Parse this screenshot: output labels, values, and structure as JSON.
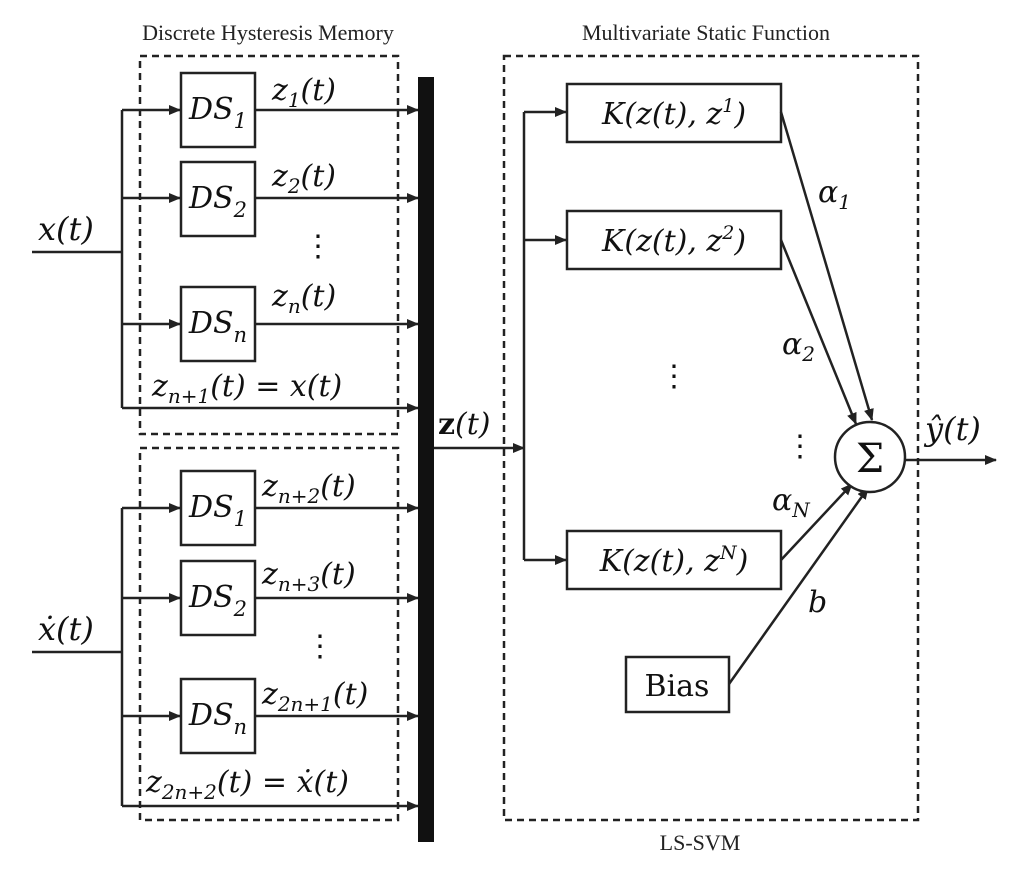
{
  "titles": {
    "memory": "Discrete Hysteresis Memory",
    "static": "Multivariate Static Function",
    "lssvm": "LS-SVM"
  },
  "inputs": {
    "x": "x(t)",
    "xdot": "ẋ(t)"
  },
  "upper_blocks": [
    {
      "name": "DS",
      "sub": "1",
      "out_var": "z",
      "out_sub": "1",
      "out_tail": "(t)"
    },
    {
      "name": "DS",
      "sub": "2",
      "out_var": "z",
      "out_sub": "2",
      "out_tail": "(t)"
    },
    {
      "name": "DS",
      "sub": "n",
      "out_var": "z",
      "out_sub": "n",
      "out_tail": "(t)"
    }
  ],
  "upper_passthrough": {
    "var": "z",
    "sub": "n+1",
    "tail": "(t) = x(t)"
  },
  "lower_blocks": [
    {
      "name": "DS",
      "sub": "1",
      "out_var": "z",
      "out_sub": "n+2",
      "out_tail": "(t)"
    },
    {
      "name": "DS",
      "sub": "2",
      "out_var": "z",
      "out_sub": "n+3",
      "out_tail": "(t)"
    },
    {
      "name": "DS",
      "sub": "n",
      "out_var": "z",
      "out_sub": "2n+1",
      "out_tail": "(t)"
    }
  ],
  "lower_passthrough": {
    "var": "z",
    "sub": "2n+2",
    "tail": "(t) = ẋ(t)"
  },
  "bus_label": "z(t)",
  "kernels": [
    {
      "pre": "K(z(t), z",
      "sup": "1",
      "post": ")"
    },
    {
      "pre": "K(z(t), z",
      "sup": "2",
      "post": ")"
    },
    {
      "pre": "K(z(t), z",
      "sup": "N",
      "post": ")"
    }
  ],
  "weights": [
    {
      "var": "α",
      "sub": "1"
    },
    {
      "var": "α",
      "sub": "2"
    },
    {
      "var": "α",
      "sub": "N"
    }
  ],
  "bias": {
    "label": "Bias",
    "weight": "b"
  },
  "sum_symbol": "Σ",
  "output": "ŷ(t)",
  "ellipsis": "⋮"
}
